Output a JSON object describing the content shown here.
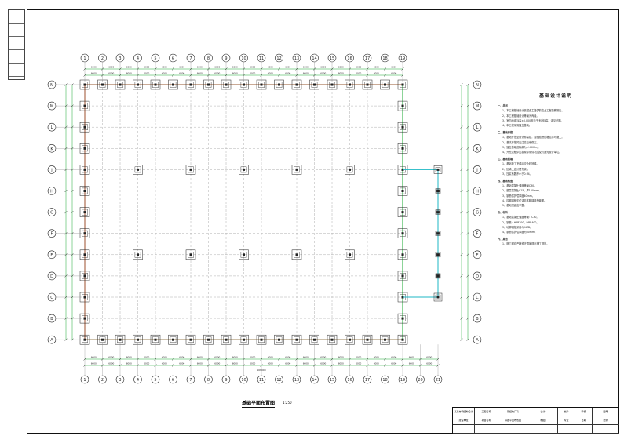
{
  "drawing": {
    "plan_title": "基础平面布置图",
    "plan_scale": "1:250",
    "top_axis_labels": [
      "1",
      "2",
      "3",
      "4",
      "5",
      "6",
      "7",
      "8",
      "9",
      "10",
      "11",
      "12",
      "13",
      "14",
      "15",
      "16",
      "17",
      "18",
      "19"
    ],
    "bottom_axis_labels": [
      "1",
      "2",
      "3",
      "4",
      "5",
      "6",
      "7",
      "8",
      "9",
      "10",
      "11",
      "12",
      "13",
      "14",
      "15",
      "16",
      "17",
      "18",
      "19",
      "20",
      "21"
    ],
    "left_axis_labels": [
      "N",
      "M",
      "L",
      "K",
      "J",
      "H",
      "G",
      "F",
      "E",
      "D",
      "C",
      "B",
      "A"
    ],
    "right_axis_labels": [
      "N",
      "M",
      "L",
      "K",
      "J",
      "H",
      "G",
      "F",
      "E",
      "D",
      "C",
      "B",
      "A"
    ],
    "dimension_text": "6000",
    "total_dimension_text": "108000",
    "colors": {
      "grid": "#9a9a9a",
      "beam": "#1aa832",
      "red_beam": "#c0392b",
      "cyan": "#1db7c4",
      "ink": "#222222"
    }
  },
  "notes": {
    "title": "基础设计说明",
    "sections": [
      {
        "heading": "一、总则",
        "lines": [
          "1、本工程基础设计依据业主提供的岩土工程勘察报告。",
          "2、本工程基础设计等级为丙级。",
          "3、室内地坪标高±0.000相当于绝对标高，详见总图。",
          "4、本工程采用独立基础。"
        ]
      },
      {
        "heading": "二、基础开挖",
        "lines": [
          "1、基础开挖至设计标高后，需经验槽合格后方可施工。",
          "2、基坑开挖时应注意边坡稳定。",
          "3、独立基础底标高为-2.000m。",
          "4、开挖过程中如发现异常情况应及时通知设计单位。"
        ]
      },
      {
        "heading": "三、基础回填",
        "lines": [
          "1、基础施工完成后应及时回填。",
          "2、回填土应分层夯实。",
          "3、压实系数不小于0.94。"
        ]
      },
      {
        "heading": "四、基础构造",
        "lines": [
          "1、基础混凝土强度等级C30。",
          "2、垫层混凝土C15，厚100mm。",
          "3、钢筋保护层厚度40mm。",
          "4、柱脚锚栓定位详见柱脚锚栓布置图。",
          "5、基础顶面应平整。"
        ]
      },
      {
        "heading": "五、材料",
        "lines": [
          "1、基础混凝土强度等级：C30。",
          "2、钢筋：HPB300，HRB400。",
          "3、地脚锚栓采用Q345B。",
          "4、钢筋保护层厚度为40mm。"
        ]
      },
      {
        "heading": "六、其他",
        "lines": [
          "1、施工时应严格遵守国家现行施工规范。"
        ]
      }
    ]
  },
  "title_block": {
    "cells": [
      "某某市钢结构设计",
      "工程名称",
      "钢结构厂房",
      "设计",
      "校对",
      "审核",
      "图号",
      "建设单位",
      "项目名称",
      "基础平面布置图",
      "制图",
      "专业",
      "日期",
      "比例",
      "",
      "",
      "",
      "",
      "",
      "",
      ""
    ]
  }
}
